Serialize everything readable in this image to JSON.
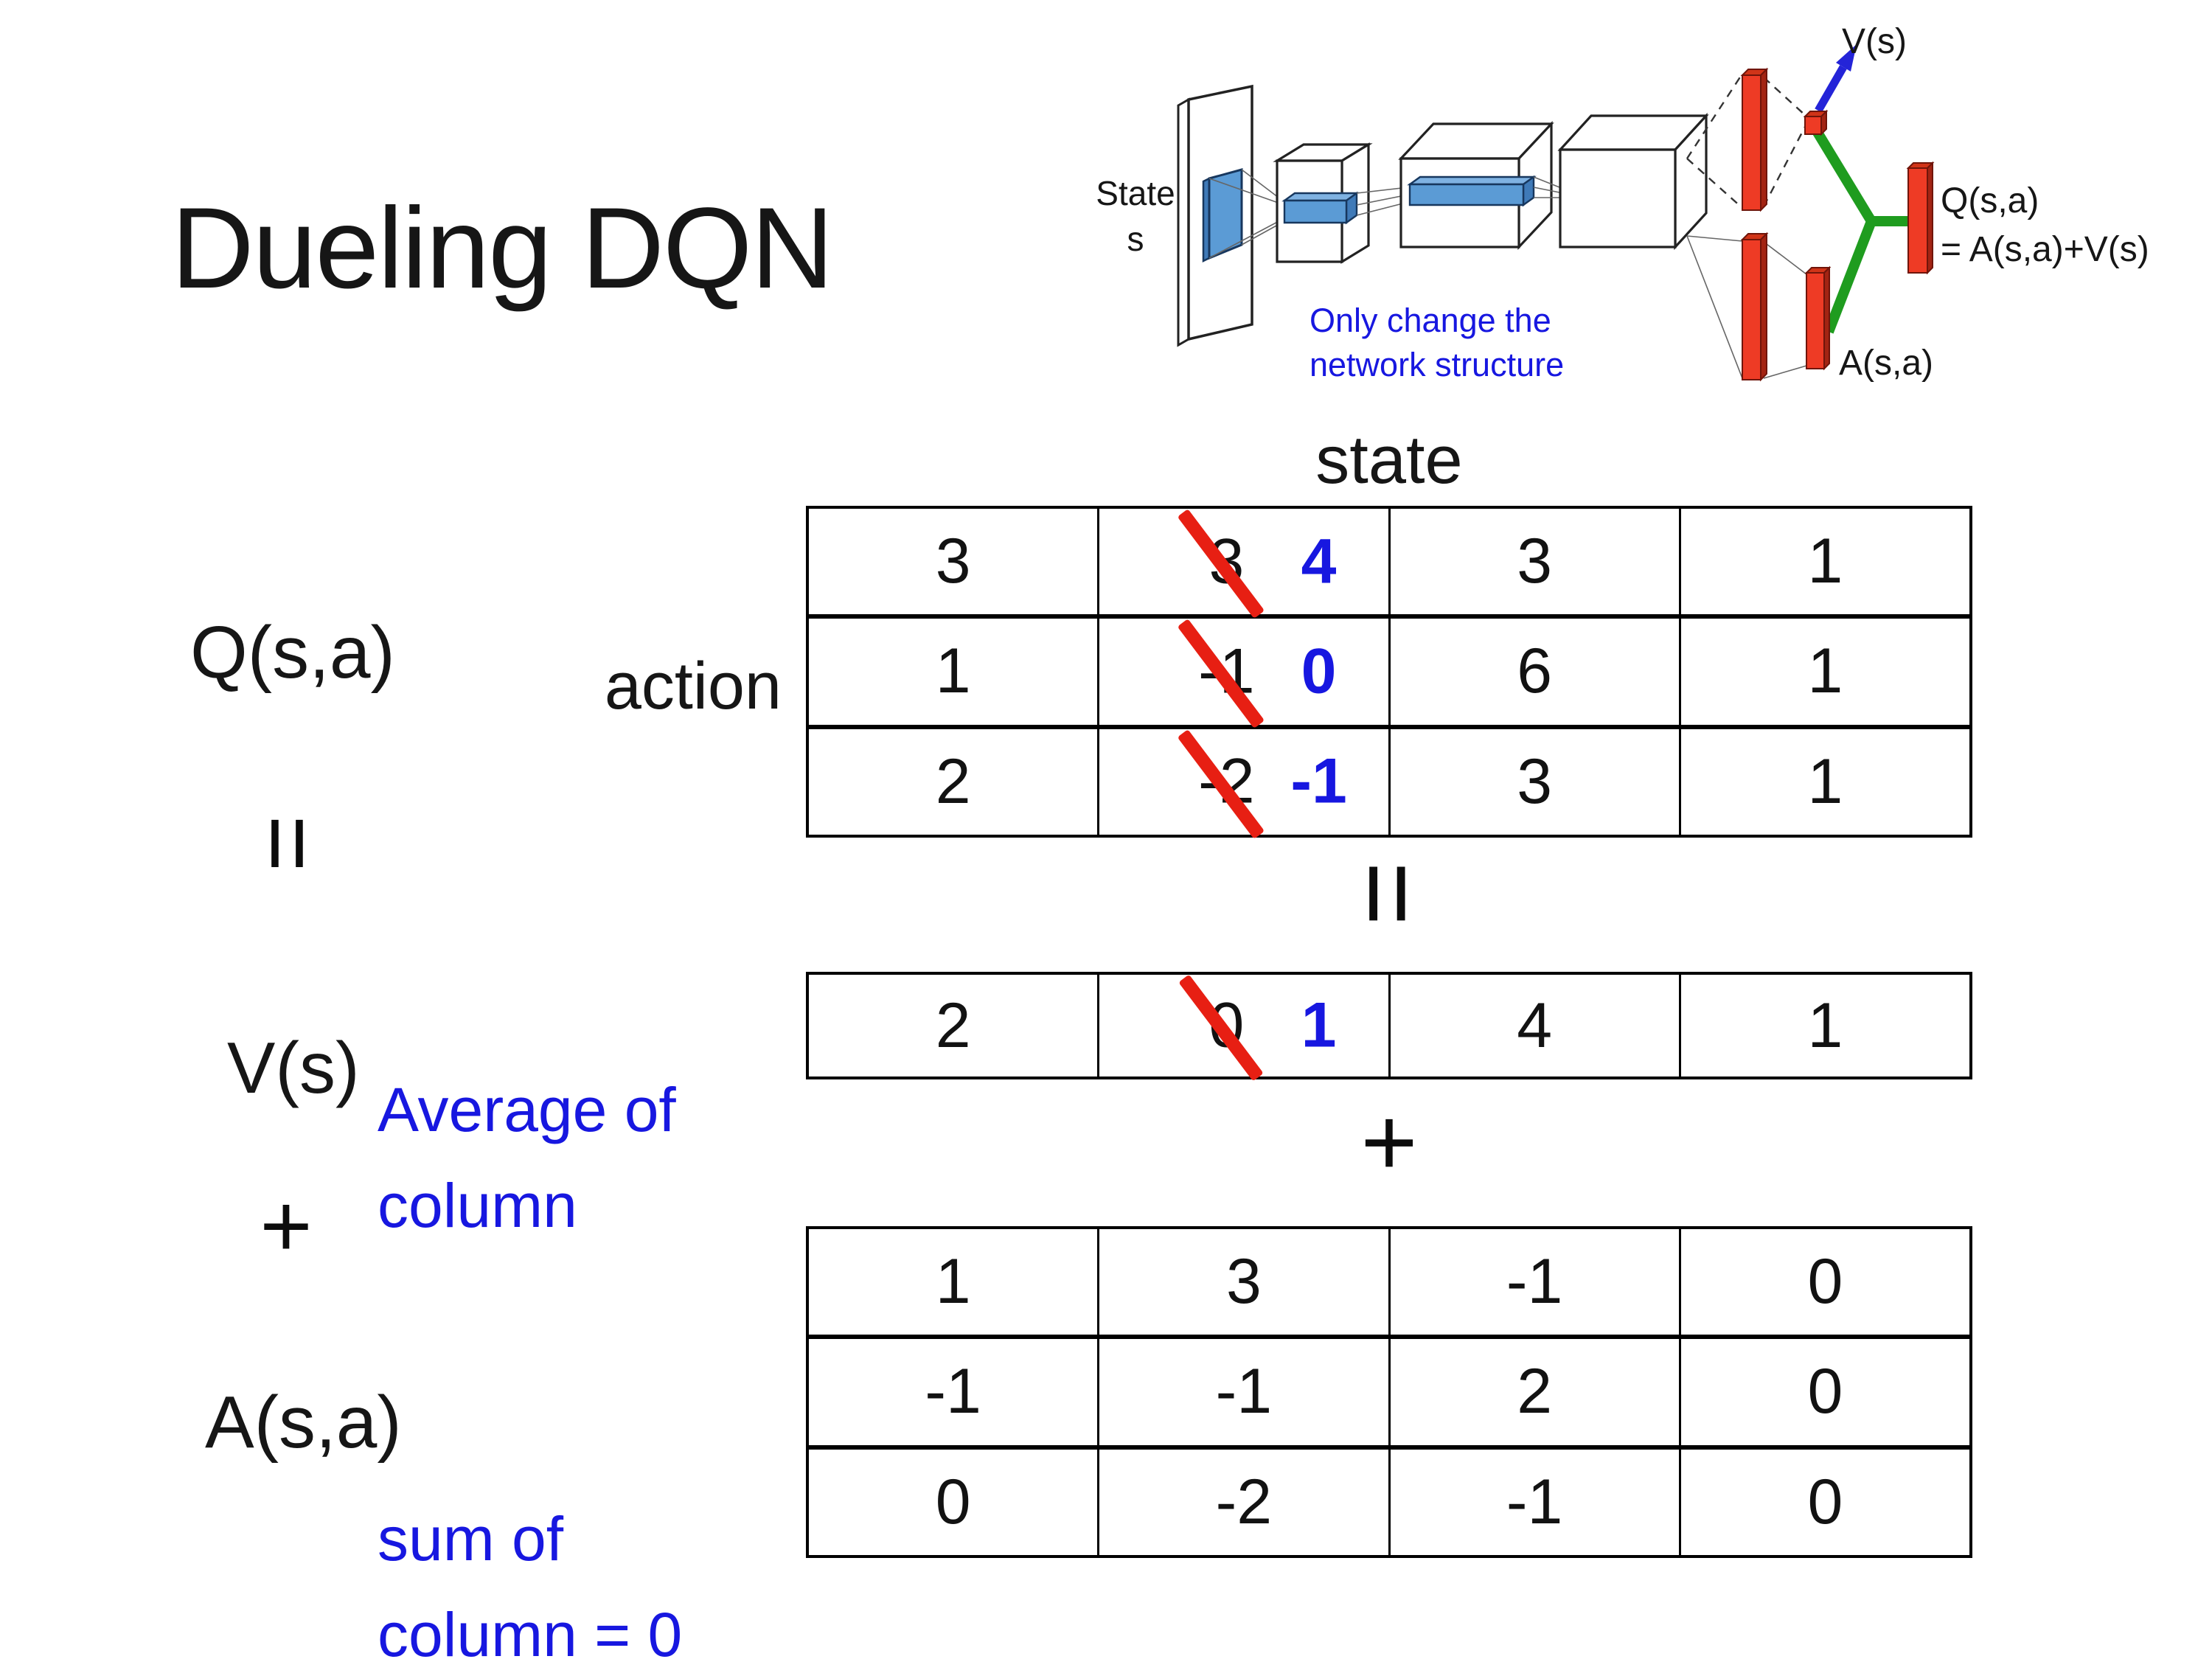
{
  "slide": {
    "title": "Dueling DQN",
    "background": "#ffffff"
  },
  "diagram": {
    "state_label_line1": "State",
    "state_label_line2": "s",
    "note_line1": "Only change the",
    "note_line2": "network structure",
    "v_output_label": "V(s)",
    "q_output_label_line1": "Q(s,a)",
    "q_output_label_line2": "= A(s,a)+V(s)",
    "a_output_label": "A(s,a)",
    "icons": [
      "conv-input-panel",
      "conv-box",
      "blue-filter-brick",
      "fc-red-bar",
      "green-merge-connector",
      "blue-output-arrow"
    ]
  },
  "labels": {
    "q": "Q(s,a)",
    "v": "V(s)",
    "a": "A(s,a)",
    "state_header": "state",
    "action": "action",
    "equals": "=",
    "plus": "+",
    "avg_note_line1": "Average of",
    "avg_note_line2": "column",
    "sum_note_line1": "sum of",
    "sum_note_line2": "column = 0"
  },
  "tables": {
    "q_rows": [
      {
        "c0": "3",
        "old": "3",
        "new": "4",
        "c2": "3",
        "c3": "1"
      },
      {
        "c0": "1",
        "old": "-1",
        "new": "0",
        "c2": "6",
        "c3": "1"
      },
      {
        "c0": "2",
        "old": "-2",
        "new": "-1",
        "c2": "3",
        "c3": "1"
      }
    ],
    "v_row": {
      "c0": "2",
      "old": "0",
      "new": "1",
      "c2": "4",
      "c3": "1"
    },
    "a_rows": [
      {
        "c0": "1",
        "c1": "3",
        "c2": "-1",
        "c3": "0"
      },
      {
        "c0": "-1",
        "c1": "-1",
        "c2": "2",
        "c3": "0"
      },
      {
        "c0": "0",
        "c1": "-2",
        "c2": "-1",
        "c3": "0"
      }
    ]
  },
  "colors": {
    "text": "#161616",
    "annotation_blue": "#1717e0",
    "strike_red": "#e71f13",
    "bar_red_front": "#ee3b25",
    "bar_red_side": "#a32413",
    "bar_red_top": "#d03418",
    "connector_green": "#1f9c1f",
    "arrow_blue": "#2424d8",
    "filter_blue": "#5b9bd5",
    "table_line": "#000000"
  }
}
